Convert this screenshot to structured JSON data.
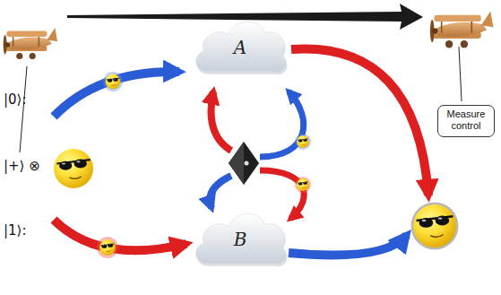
{
  "diagram": {
    "nodes": [
      {
        "text": [
          "A"
        ]
      },
      {
        "text": [
          "Measure control"
        ]
      },
      {
        "text": [
          "B"
        ]
      }
    ],
    "labels": [
      "|0⟩:",
      "|+⟩ ⊗",
      "|1⟩:"
    ]
  }
}
